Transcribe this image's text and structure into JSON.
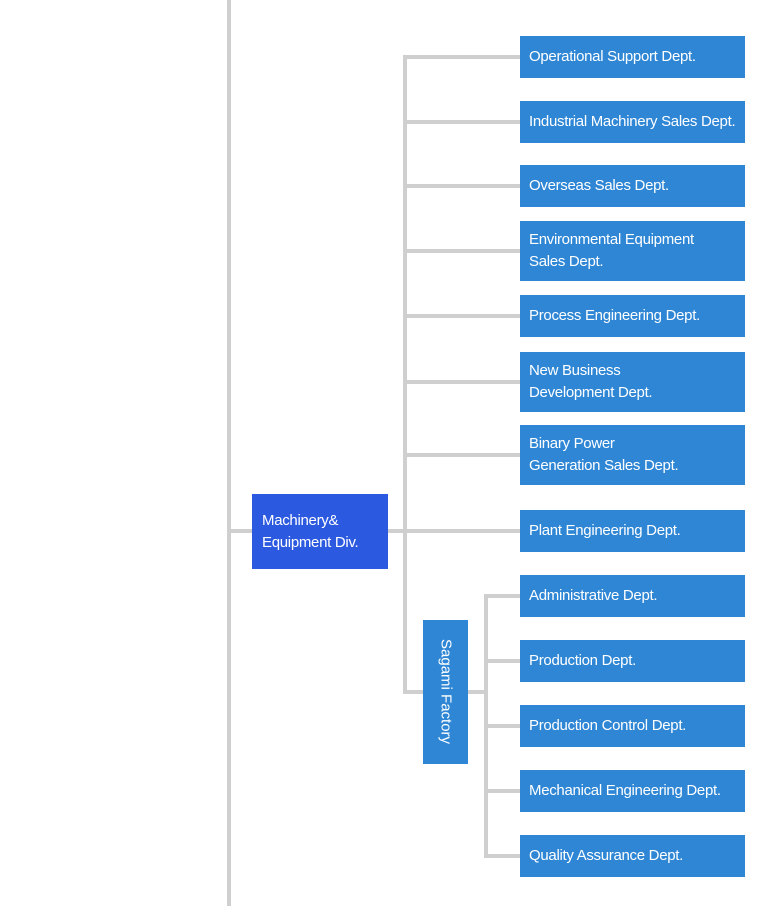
{
  "colors": {
    "division_box": "#2b59e0",
    "department_box": "#2e86d5",
    "connector": "#cfcfcf",
    "text": "#ffffff"
  },
  "org_chart": {
    "division": {
      "label": "Machinery&\nEquipment Div."
    },
    "departments": [
      {
        "label": "Operational Support Dept."
      },
      {
        "label": "Industrial Machinery Sales Dept."
      },
      {
        "label": "Overseas Sales Dept."
      },
      {
        "label": "Environmental Equipment\nSales Dept."
      },
      {
        "label": "Process Engineering Dept."
      },
      {
        "label": "New Business\nDevelopment Dept."
      },
      {
        "label": "Binary Power\nGeneration Sales Dept."
      },
      {
        "label": "Plant Engineering Dept."
      }
    ],
    "factory": {
      "label": "Sagami Factory",
      "departments": [
        {
          "label": "Administrative Dept."
        },
        {
          "label": "Production Dept."
        },
        {
          "label": "Production Control Dept."
        },
        {
          "label": "Mechanical Engineering Dept."
        },
        {
          "label": "Quality Assurance Dept."
        }
      ]
    }
  }
}
